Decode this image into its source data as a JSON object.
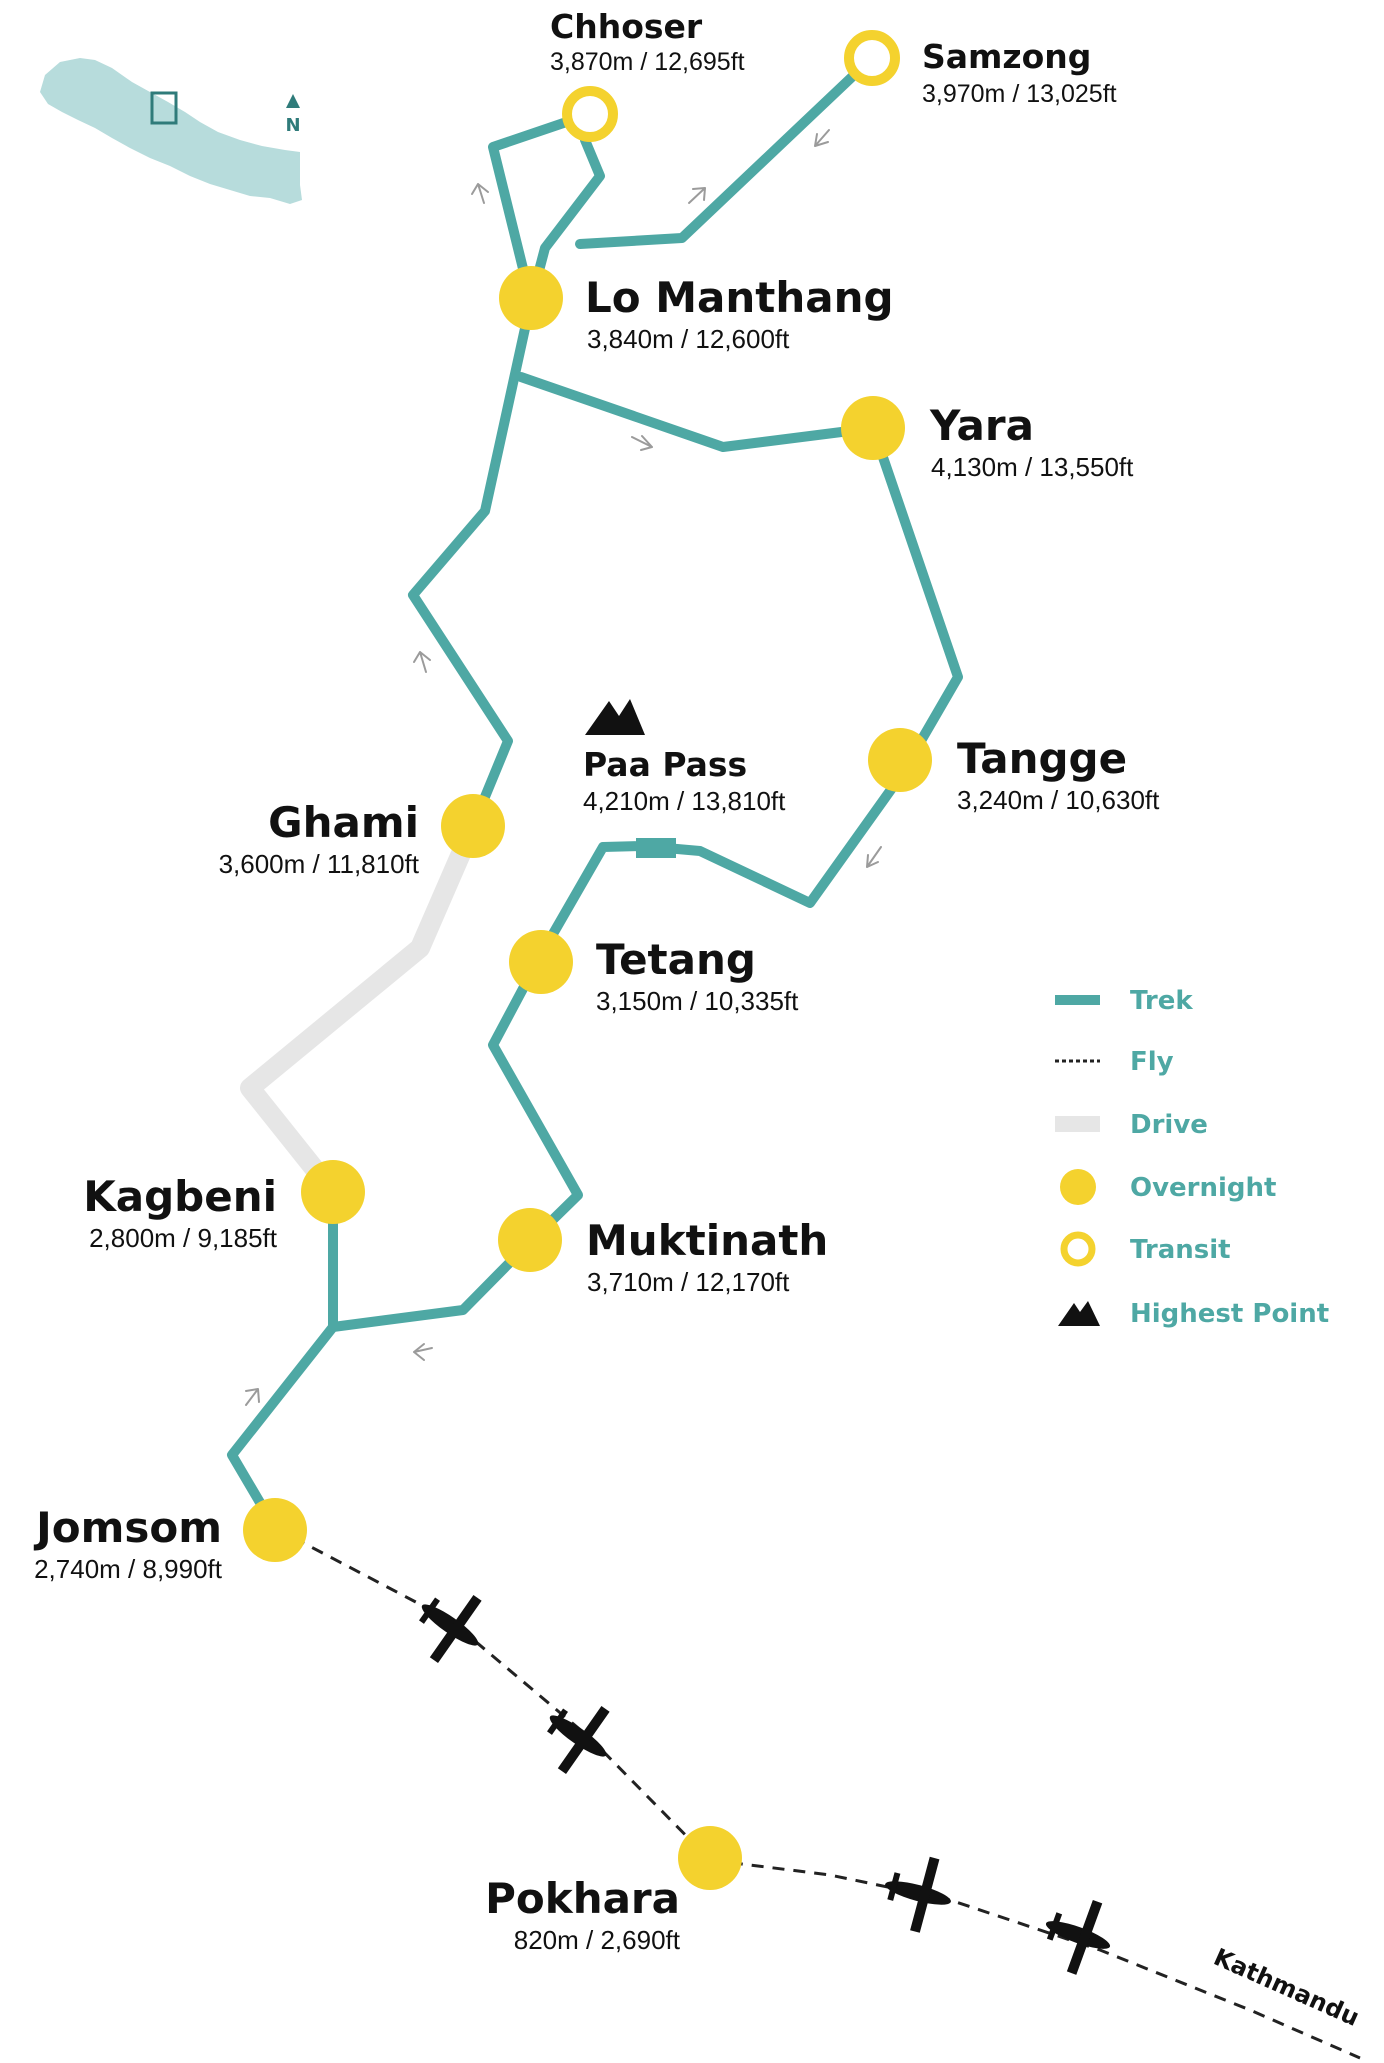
{
  "map": {
    "colors": {
      "trek": "#4ea8a4",
      "drive": "#e6e6e6",
      "overnight": "#f4d22e",
      "fly": "#222222",
      "text": "#111111",
      "nepal_fill": "#b7dcdc",
      "marker": "#2f7b7a"
    },
    "north_label": "N",
    "places": [
      {
        "id": "chhoser",
        "name": "Chhoser",
        "altitude": "3,870m / 12,695ft",
        "type": "transit"
      },
      {
        "id": "samzong",
        "name": "Samzong",
        "altitude": "3,970m / 13,025ft",
        "type": "transit"
      },
      {
        "id": "lo-manthang",
        "name": "Lo Manthang",
        "altitude": "3,840m / 12,600ft",
        "type": "overnight"
      },
      {
        "id": "yara",
        "name": "Yara",
        "altitude": "4,130m / 13,550ft",
        "type": "overnight"
      },
      {
        "id": "tangge",
        "name": "Tangge",
        "altitude": "3,240m / 10,630ft",
        "type": "overnight"
      },
      {
        "id": "paa-pass",
        "name": "Paa Pass",
        "altitude": "4,210m / 13,810ft",
        "type": "highest-point"
      },
      {
        "id": "ghami",
        "name": "Ghami",
        "altitude": "3,600m / 11,810ft",
        "type": "overnight"
      },
      {
        "id": "tetang",
        "name": "Tetang",
        "altitude": "3,150m / 10,335ft",
        "type": "overnight"
      },
      {
        "id": "kagbeni",
        "name": "Kagbeni",
        "altitude": "2,800m / 9,185ft",
        "type": "overnight"
      },
      {
        "id": "muktinath",
        "name": "Muktinath",
        "altitude": "3,710m / 12,170ft",
        "type": "overnight"
      },
      {
        "id": "jomsom",
        "name": "Jomsom",
        "altitude": "2,740m / 8,990ft",
        "type": "overnight"
      },
      {
        "id": "pokhara",
        "name": "Pokhara",
        "altitude": "820m / 2,690ft",
        "type": "overnight"
      }
    ],
    "kathmandu_label": "Kathmandu",
    "legend": [
      {
        "label": "Trek",
        "symbol": "trek-line"
      },
      {
        "label": "Fly",
        "symbol": "fly-line"
      },
      {
        "label": "Drive",
        "symbol": "drive-line"
      },
      {
        "label": "Overnight",
        "symbol": "overnight-dot"
      },
      {
        "label": "Transit",
        "symbol": "transit-ring"
      },
      {
        "label": "Highest Point",
        "symbol": "mountain-icon"
      }
    ]
  }
}
